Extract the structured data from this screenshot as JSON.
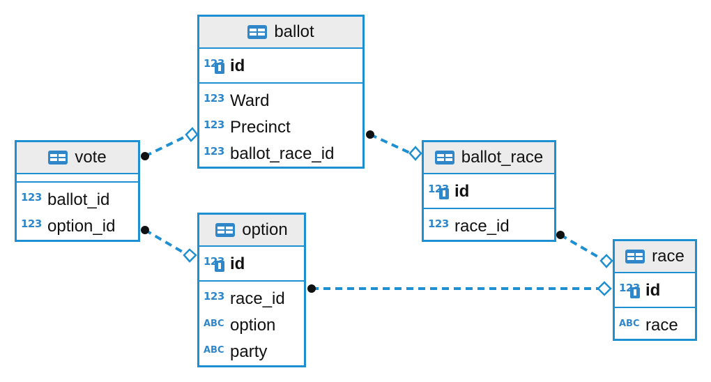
{
  "colors": {
    "accent": "#1e8fd1",
    "header_bg": "#ececec",
    "type_badge": "#2f87c9"
  },
  "icons": {
    "table": "table-icon",
    "key": "primary-key-icon",
    "numeric": "numeric-type-icon",
    "text": "text-type-icon"
  },
  "type_labels": {
    "numeric": "123",
    "text": "ABC"
  },
  "entities": {
    "ballot": {
      "name": "ballot",
      "pk": {
        "type": "123",
        "name": "id"
      },
      "columns": [
        {
          "type": "123",
          "name": "Ward"
        },
        {
          "type": "123",
          "name": "Precinct"
        },
        {
          "type": "123",
          "name": "ballot_race_id"
        }
      ]
    },
    "vote": {
      "name": "vote",
      "columns": [
        {
          "type": "123",
          "name": "ballot_id"
        },
        {
          "type": "123",
          "name": "option_id"
        }
      ]
    },
    "option": {
      "name": "option",
      "pk": {
        "type": "123",
        "name": "id"
      },
      "columns": [
        {
          "type": "123",
          "name": "race_id"
        },
        {
          "type": "ABC",
          "name": "option"
        },
        {
          "type": "ABC",
          "name": "party"
        }
      ]
    },
    "ballot_race": {
      "name": "ballot_race",
      "pk": {
        "type": "123",
        "name": "id"
      },
      "columns": [
        {
          "type": "123",
          "name": "race_id"
        }
      ]
    },
    "race": {
      "name": "race",
      "pk": {
        "type": "123",
        "name": "id"
      },
      "columns": [
        {
          "type": "ABC",
          "name": "race"
        }
      ]
    }
  }
}
